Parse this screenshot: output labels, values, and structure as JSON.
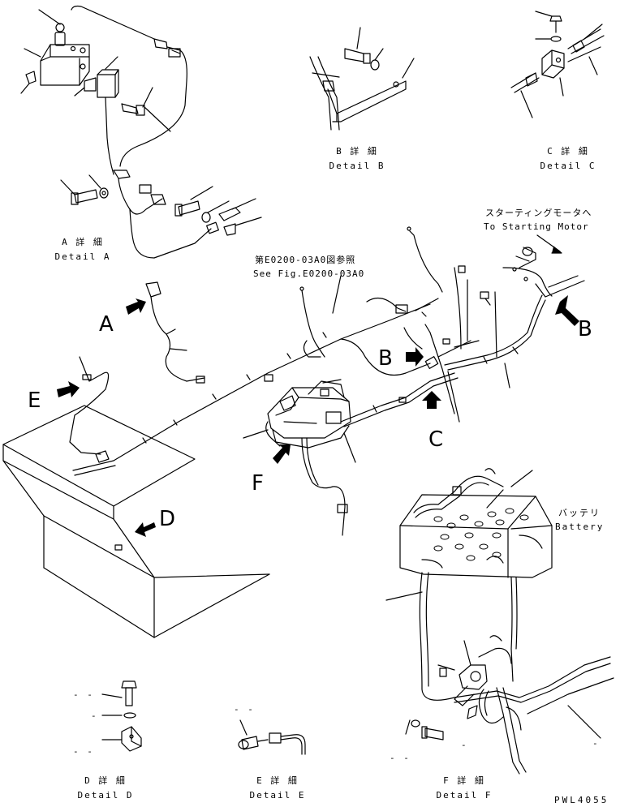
{
  "details": {
    "a": {
      "jp": "A 詳 細",
      "en": "Detail A"
    },
    "b": {
      "jp": "B 詳 細",
      "en": "Detail B"
    },
    "c": {
      "jp": "C 詳 細",
      "en": "Detail C"
    },
    "d": {
      "jp": "D 詳 細",
      "en": "Detail D"
    },
    "e": {
      "jp": "E 詳 細",
      "en": "Detail E"
    },
    "f": {
      "jp": "F 詳 細",
      "en": "Detail F"
    }
  },
  "starting_motor": {
    "jp": "スターティングモータへ",
    "en": "To Starting Motor"
  },
  "see_fig": {
    "jp": "第E0200-03A0図参照",
    "en": "See Fig.E0200-03A0"
  },
  "battery": {
    "jp": "バッテリ",
    "en": "Battery"
  },
  "view_letters": {
    "a": "A",
    "b": "B",
    "b_detail": "B",
    "c": "C",
    "d": "D",
    "e": "E",
    "f": "F"
  },
  "drawing_number": "PWL4055",
  "dash_marks": {
    "d1": "- -",
    "d2": "-",
    "d3": "- -",
    "e1": "- -",
    "f1": "- -",
    "f2": "-",
    "f3": "-"
  }
}
